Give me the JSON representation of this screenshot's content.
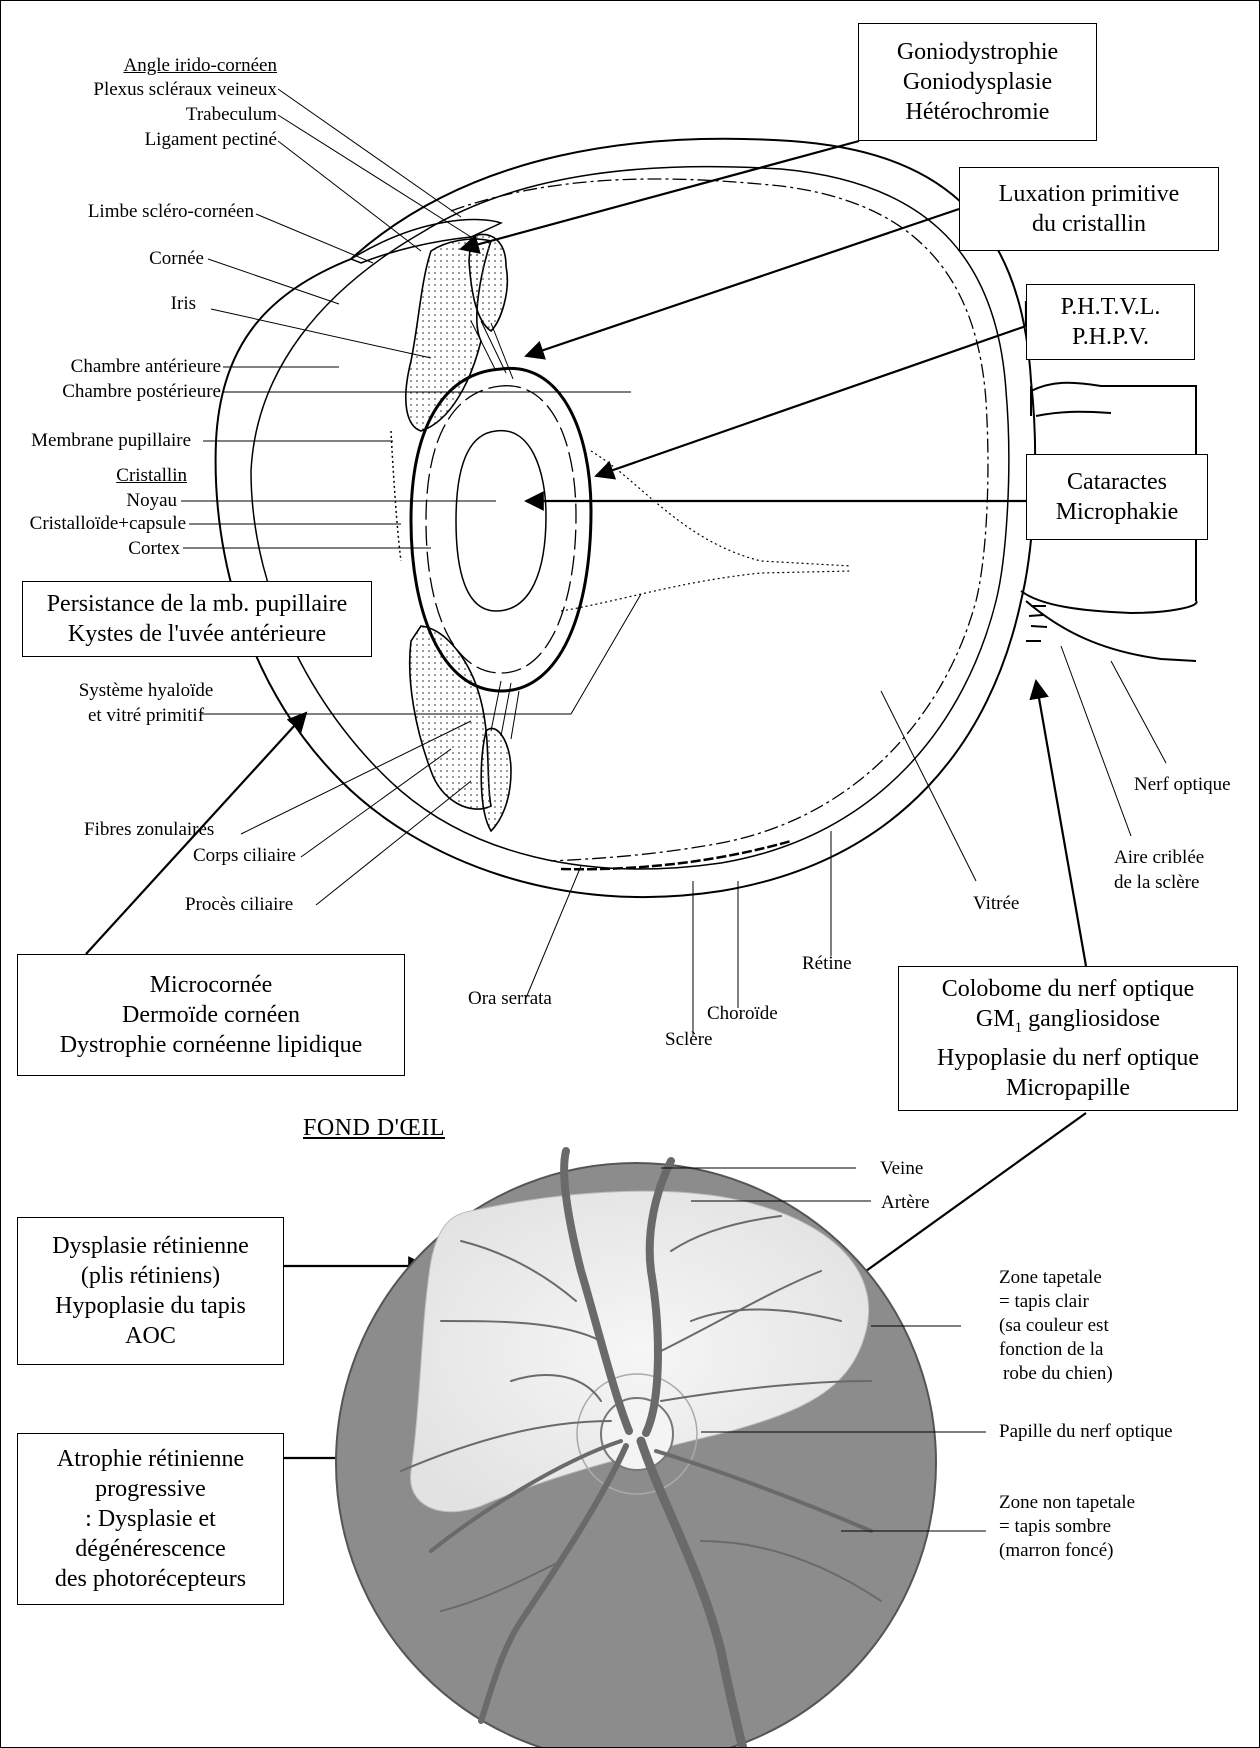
{
  "eye_labels": {
    "angle": "Angle irido-cornéen",
    "plexus": "Plexus scléraux veineux",
    "trabeculum": "Trabeculum",
    "ligament": "Ligament pectiné",
    "limbe": "Limbe scléro-cornéen",
    "cornee": "Cornée",
    "iris": "Iris",
    "chambre_ant": "Chambre antérieure",
    "chambre_post": "Chambre postérieure",
    "membrane": "Membrane pupillaire",
    "cristallin": "Cristallin",
    "noyau": "Noyau",
    "capsule": "Cristalloïde+capsule",
    "cortex": "Cortex",
    "hyaloide_1": "Système hyaloïde",
    "hyaloide_2": "et vitré primitif",
    "fibres": "Fibres zonulaires",
    "corps": "Corps ciliaire",
    "proces": "Procès ciliaire",
    "ora": "Ora serrata",
    "sclere": "Sclère",
    "choroide": "Choroïde",
    "retine": "Rétine",
    "vitree": "Vitrée",
    "aire_1": "Aire criblée",
    "aire_2": "de la sclère",
    "nerf": "Nerf optique"
  },
  "boxes": {
    "gonio": [
      "Goniodystrophie",
      "Goniodysplasie",
      "Hétérochromie"
    ],
    "luxation": [
      "Luxation primitive",
      "du cristallin"
    ],
    "phtvl": [
      "P.H.T.V.L.",
      "P.H.P.V."
    ],
    "cataractes": [
      "Cataractes",
      "Microphakie"
    ],
    "persistance": [
      "Persistance de la mb. pupillaire",
      "Kystes de l'uvée antérieure"
    ],
    "microcornee": [
      "Microcornée",
      "Dermoïde cornéen",
      "Dystrophie cornéenne lipidique"
    ],
    "colobome_1": "Colobome du nerf optique",
    "colobome_gm": "GM",
    "colobome_sub": "1",
    "colobome_gm_rest": " gangliosidose",
    "colobome_3": "Hypoplasie du nerf optique",
    "colobome_4": "Micropapille",
    "dysplasie": [
      "Dysplasie rétinienne",
      "(plis rétiniens)",
      "Hypoplasie du tapis",
      "AOC"
    ],
    "atrophie": [
      "Atrophie rétinienne",
      "progressive",
      ": Dysplasie et",
      "dégénérescence",
      "des photorécepteurs"
    ]
  },
  "fundus": {
    "title": "FOND D'ŒIL",
    "veine": "Veine",
    "artere": "Artère",
    "tapetale": [
      "Zone tapetale",
      "= tapis clair",
      "(sa couleur est",
      "fonction de la",
      "robe du chien)"
    ],
    "papille": "Papille du nerf optique",
    "non_tapetale": [
      "Zone non tapetale",
      "= tapis sombre",
      "(marron foncé)"
    ]
  },
  "colors": {
    "ink": "#000000",
    "fundus_dark": "#8c8c8c",
    "fundus_light": "#ececec",
    "vessel": "#6a6a6a"
  }
}
